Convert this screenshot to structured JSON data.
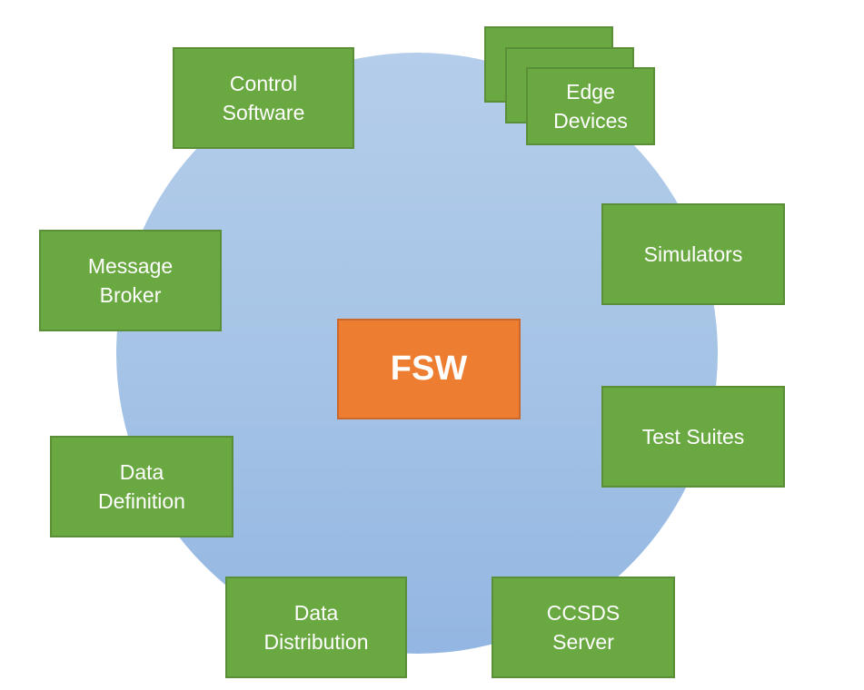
{
  "center": {
    "label": "FSW"
  },
  "nodes": {
    "control_software": [
      "Control",
      "Software"
    ],
    "edge_devices": [
      "Edge",
      "Devices"
    ],
    "message_broker": [
      "Message",
      "Broker"
    ],
    "simulators": [
      "Simulators"
    ],
    "test_suites": [
      "Test Suites"
    ],
    "data_definition": [
      "Data",
      "Definition"
    ],
    "data_distribution": [
      "Data",
      "Distribution"
    ],
    "ccsds_server": [
      "CCSDS",
      "Server"
    ]
  },
  "colors": {
    "node_fill": "#6aa842",
    "center_fill": "#ed7d31",
    "circle_fill": "#a6c4e6"
  }
}
